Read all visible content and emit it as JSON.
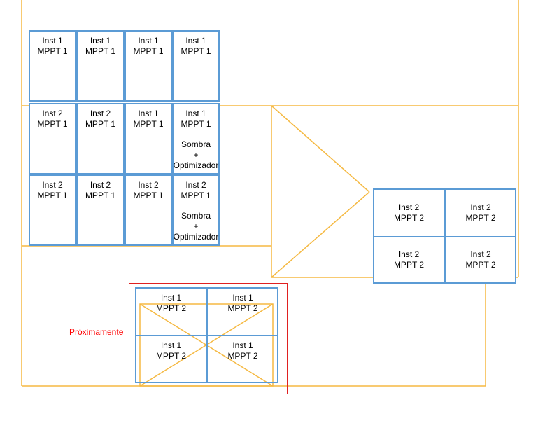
{
  "colors": {
    "roof_line": "#f5b942",
    "panel_border": "#5b9bd5",
    "highlight": "#ff0000"
  },
  "texts": {
    "inst1": "Inst 1",
    "inst2": "Inst 2",
    "mppt1": "MPPT 1",
    "mppt2": "MPPT 2",
    "sombra": "Sombra",
    "plus": "+",
    "optimizador": "Optimizador",
    "proximamente": "Próximamente"
  }
}
